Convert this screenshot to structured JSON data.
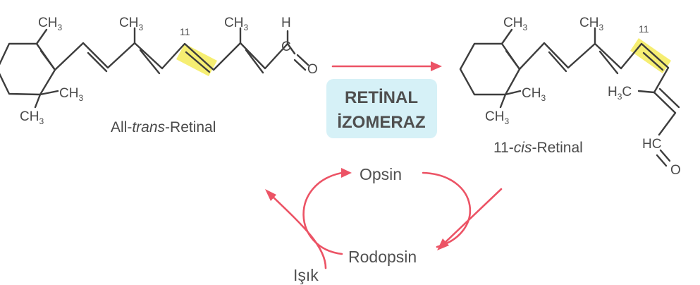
{
  "molecules": {
    "left_name": {
      "prefix": "All-",
      "italic": "trans",
      "suffix": "-Retinal"
    },
    "right_name": {
      "prefix": "11-",
      "italic": "cis",
      "suffix": "-Retinal"
    },
    "methyl": {
      "main": "CH",
      "sub": "3"
    },
    "methyl_left": {
      "main": "H",
      "sub": "3",
      "tail": "C"
    },
    "hydrogen": "H",
    "carbon": "C",
    "oxygen": "O",
    "aldehyde_hc": "HC",
    "position_label": "11"
  },
  "enzyme": {
    "line1": "RETİNAL",
    "line2": "İZOMERAZ",
    "color": "#d6f1f7"
  },
  "cycle": {
    "opsin": "Opsin",
    "rhodopsin": "Rodopsin",
    "light": "Işık"
  },
  "colors": {
    "arrow": "#ec5365",
    "highlight": "#f6ee72"
  }
}
